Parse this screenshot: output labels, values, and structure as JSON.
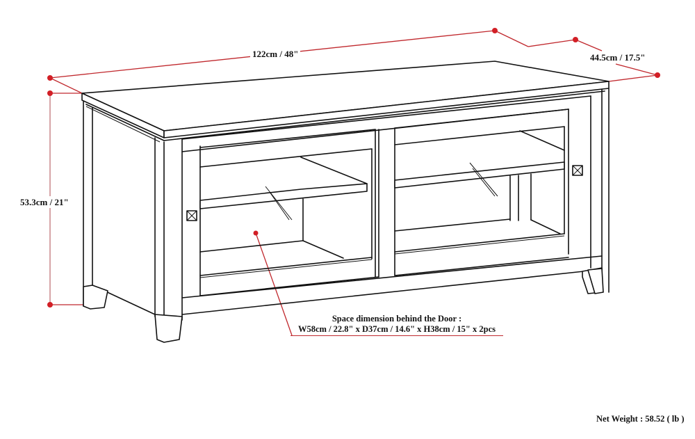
{
  "diagram": {
    "subject": "TV media stand with two sliding glass doors",
    "colors": {
      "outline": "#111111",
      "dimension_line": "#c0282d",
      "dimension_dot": "#d21f26",
      "background": "#ffffff"
    },
    "dimensions": {
      "width": {
        "label": "122cm / 48\"",
        "cm": 122,
        "in": 48
      },
      "depth": {
        "label": "44.5cm / 17.5\"",
        "cm": 44.5,
        "in": 17.5
      },
      "height": {
        "label": "53.3cm / 21\"",
        "cm": 53.3,
        "in": 21
      }
    },
    "interior_note": {
      "title": "Space dimension behind the Door :",
      "detail": "W58cm / 22.8\" x D37cm / 14.6\" x H38cm / 15\" x 2pcs",
      "width_cm": 58,
      "width_in": 22.8,
      "depth_cm": 37,
      "depth_in": 14.6,
      "height_cm": 38,
      "height_in": 15,
      "count": "2pcs"
    },
    "weight": {
      "label": "Net Weight : 58.52 ( lb )",
      "value": 58.52,
      "unit": "lb"
    },
    "parts": [
      {
        "name": "top",
        "icon": "tabletop"
      },
      {
        "name": "left-door",
        "icon": "glass-door",
        "handle": "square-x-knob"
      },
      {
        "name": "right-door",
        "icon": "glass-door",
        "handle": "square-x-knob"
      },
      {
        "name": "legs",
        "icon": "tapered-leg",
        "count": 4
      },
      {
        "name": "shelves",
        "icon": "shelf",
        "count": 2
      }
    ]
  }
}
